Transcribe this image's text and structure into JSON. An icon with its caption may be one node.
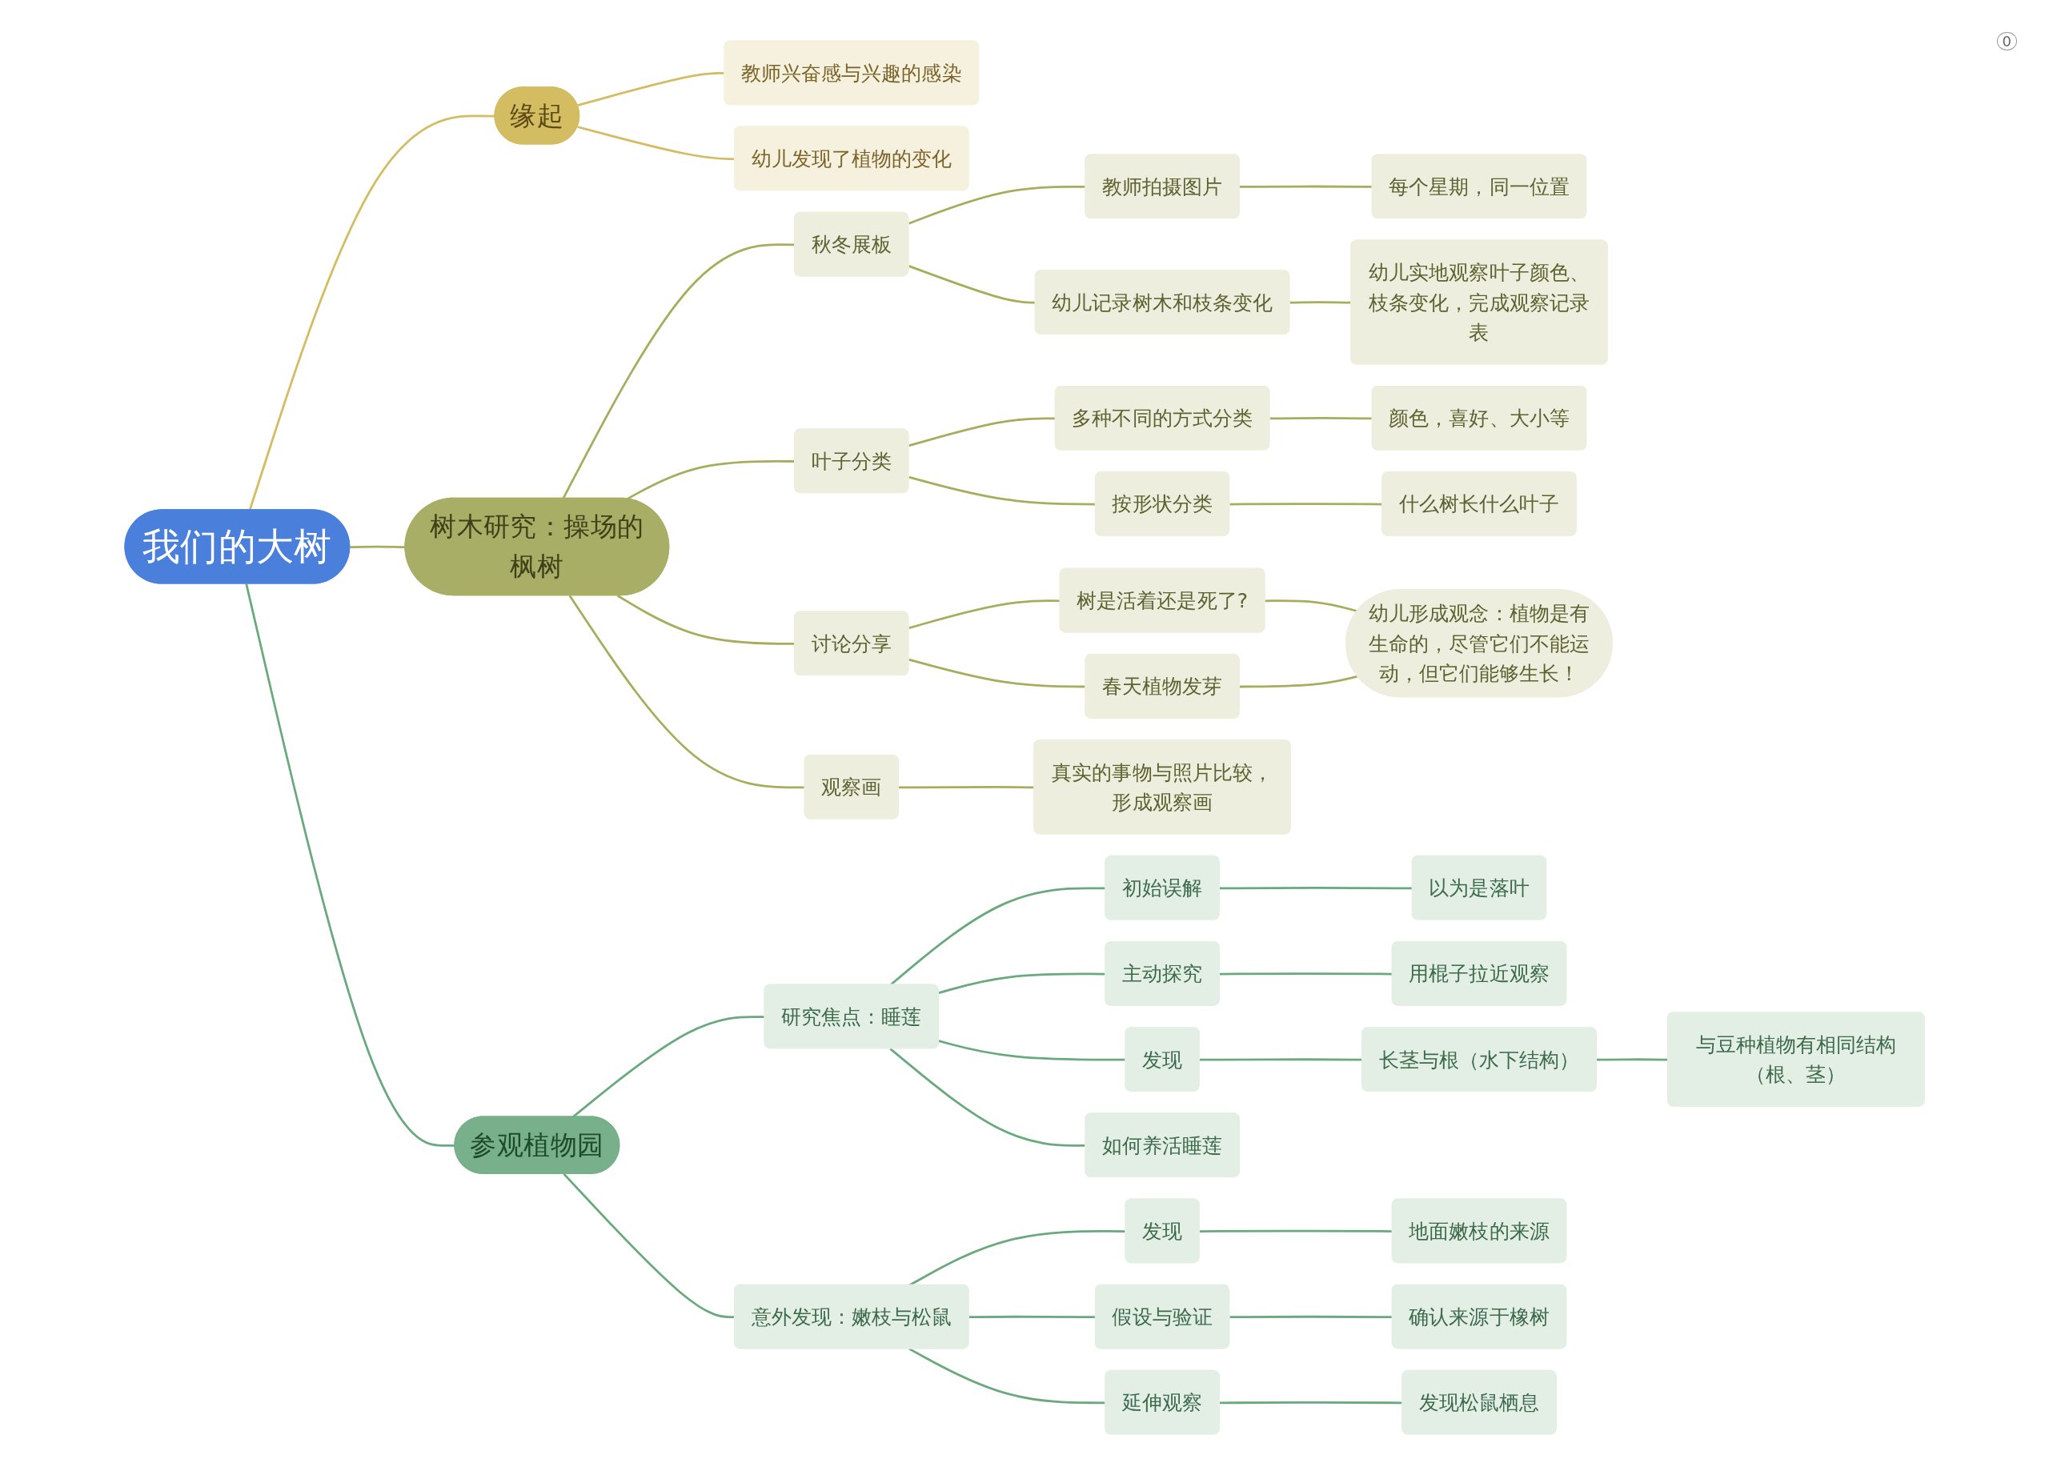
{
  "diagram": {
    "nodes": [
      {
        "text": [
          "我们的大树"
        ]
      },
      {
        "text": [
          "缘起"
        ]
      },
      {
        "text": [
          "教师兴奋感与兴趣的感染"
        ]
      },
      {
        "text": [
          "幼儿发现了植物的变化"
        ]
      },
      {
        "text": [
          "树木研究：操场的枫树"
        ]
      },
      {
        "text": [
          "秋冬展板"
        ]
      },
      {
        "text": [
          "教师拍摄图片"
        ]
      },
      {
        "text": [
          "每个星期，同一位置"
        ]
      },
      {
        "text": [
          "幼儿记录树木和枝条变化"
        ]
      },
      {
        "text": [
          "幼儿实地观察叶子颜色、枝条变化，完成观察记录表"
        ]
      },
      {
        "text": [
          "叶子分类"
        ]
      },
      {
        "text": [
          "多种不同的方式分类"
        ]
      },
      {
        "text": [
          "颜色，喜好、大小等"
        ]
      },
      {
        "text": [
          "按形状分类"
        ]
      },
      {
        "text": [
          "什么树长什么叶子"
        ]
      },
      {
        "text": [
          "讨论分享"
        ]
      },
      {
        "text": [
          "树是活着还是死了?"
        ]
      },
      {
        "text": [
          "春天植物发芽"
        ]
      },
      {
        "text": [
          "幼儿形成观念：植物是有生命的，尽管它们不能运动，但它们能够生长！"
        ]
      },
      {
        "text": [
          "观察画"
        ]
      },
      {
        "text": [
          "真实的事物与照片比较，形成观察画"
        ]
      },
      {
        "text": [
          "参观植物园"
        ]
      },
      {
        "text": [
          "研究焦点：睡莲"
        ]
      },
      {
        "text": [
          "初始误解"
        ]
      },
      {
        "text": [
          "以为是落叶"
        ]
      },
      {
        "text": [
          "主动探究"
        ]
      },
      {
        "text": [
          "用棍子拉近观察"
        ]
      },
      {
        "text": [
          "发现"
        ]
      },
      {
        "text": [
          "长茎与根（水下结构）"
        ]
      },
      {
        "text": [
          "与豆种植物有相同结构（根、茎）"
        ]
      },
      {
        "text": [
          "如何养活睡莲"
        ]
      },
      {
        "text": [
          "意外发现：嫩枝与松鼠"
        ]
      },
      {
        "text": [
          "发现"
        ]
      },
      {
        "text": [
          "地面嫩枝的来源"
        ]
      },
      {
        "text": [
          "假设与验证"
        ]
      },
      {
        "text": [
          "确认来源于橡树"
        ]
      },
      {
        "text": [
          "延伸观察"
        ]
      },
      {
        "text": [
          "发现松鼠栖息"
        ]
      }
    ],
    "edges": [
      {
        "from": 0,
        "to": 1,
        "arrow": "none",
        "color": "#d4bc63"
      },
      {
        "from": 1,
        "to": 2,
        "arrow": "none",
        "color": "#d4bc63"
      },
      {
        "from": 1,
        "to": 3,
        "arrow": "none",
        "color": "#d4bc63"
      },
      {
        "from": 0,
        "to": 4,
        "arrow": "none"
      },
      {
        "from": 4,
        "to": 5,
        "arrow": "none"
      },
      {
        "from": 5,
        "to": 6,
        "arrow": "none"
      },
      {
        "from": 6,
        "to": 7,
        "arrow": "none"
      },
      {
        "from": 5,
        "to": 8,
        "arrow": "none"
      },
      {
        "from": 8,
        "to": 9,
        "arrow": "none"
      },
      {
        "from": 4,
        "to": 10,
        "arrow": "none"
      },
      {
        "from": 10,
        "to": 11,
        "arrow": "none"
      },
      {
        "from": 11,
        "to": 12,
        "arrow": "none"
      },
      {
        "from": 10,
        "to": 13,
        "arrow": "none"
      },
      {
        "from": 13,
        "to": 14,
        "arrow": "none"
      },
      {
        "from": 4,
        "to": 15,
        "arrow": "none"
      },
      {
        "from": 15,
        "to": 16,
        "arrow": "none"
      },
      {
        "from": 15,
        "to": 17,
        "arrow": "none"
      },
      {
        "from": 16,
        "to": 18,
        "arrow": "none"
      },
      {
        "from": 17,
        "to": 18,
        "arrow": "none"
      },
      {
        "from": 4,
        "to": 19,
        "arrow": "none"
      },
      {
        "from": 19,
        "to": 20,
        "arrow": "none"
      },
      {
        "from": 0,
        "to": 21,
        "arrow": "none",
        "color": "#6aa97e"
      },
      {
        "from": 21,
        "to": 22,
        "arrow": "none",
        "color": "#6aa97e"
      },
      {
        "from": 22,
        "to": 23,
        "arrow": "none",
        "color": "#6aa97e"
      },
      {
        "from": 23,
        "to": 24,
        "arrow": "none",
        "color": "#6aa97e"
      },
      {
        "from": 22,
        "to": 25,
        "arrow": "none",
        "color": "#6aa97e"
      },
      {
        "from": 25,
        "to": 26,
        "arrow": "none",
        "color": "#6aa97e"
      },
      {
        "from": 22,
        "to": 27,
        "arrow": "none",
        "color": "#6aa97e"
      },
      {
        "from": 27,
        "to": 28,
        "arrow": "none",
        "color": "#6aa97e"
      },
      {
        "from": 28,
        "to": 29,
        "arrow": "none",
        "color": "#6aa97e"
      },
      {
        "from": 22,
        "to": 30,
        "arrow": "none",
        "color": "#6aa97e"
      },
      {
        "from": 21,
        "to": 31,
        "arrow": "none",
        "color": "#6aa97e"
      },
      {
        "from": 31,
        "to": 32,
        "arrow": "none",
        "color": "#6aa97e"
      },
      {
        "from": 32,
        "to": 33,
        "arrow": "none",
        "color": "#6aa97e"
      },
      {
        "from": 31,
        "to": 34,
        "arrow": "none",
        "color": "#6aa97e"
      },
      {
        "from": 34,
        "to": 35,
        "arrow": "none",
        "color": "#6aa97e"
      },
      {
        "from": 31,
        "to": 36,
        "arrow": "none",
        "color": "#6aa97e"
      },
      {
        "from": 36,
        "to": 37,
        "arrow": "none",
        "color": "#6aa97e"
      }
    ],
    "labels": [
      "0"
    ]
  }
}
